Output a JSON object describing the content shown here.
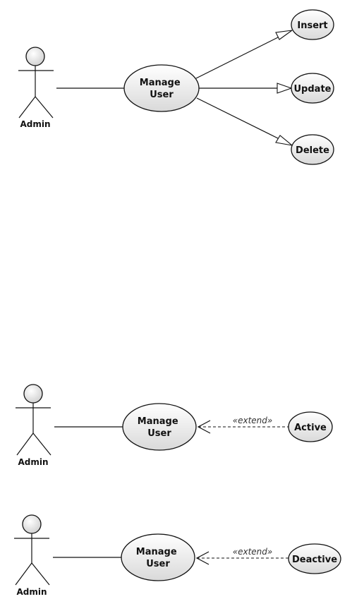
{
  "diagram1": {
    "actor": "Admin",
    "main_use_case": [
      "Manage",
      "User"
    ],
    "generalizations": [
      "Insert",
      "Update",
      "Delete"
    ]
  },
  "diagram2": {
    "actor": "Admin",
    "main_use_case": [
      "Manage",
      "User"
    ],
    "stereotype": "«extend»",
    "extension": "Active"
  },
  "diagram3": {
    "actor": "Admin",
    "main_use_case": [
      "Manage",
      "User"
    ],
    "stereotype": "«extend»",
    "extension": "Deactive"
  }
}
